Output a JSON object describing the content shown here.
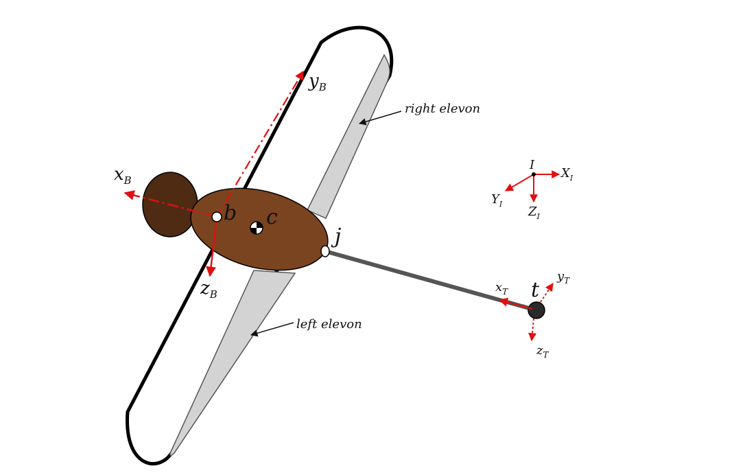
{
  "labels": {
    "body_y_axis": "y",
    "body_y_axis_sub": "B",
    "body_x_axis": "x",
    "body_x_axis_sub": "B",
    "body_z_axis": "z",
    "body_z_axis_sub": "B",
    "body_origin": "b",
    "center_of_mass": "c",
    "tether_joint": "j",
    "tether_end": "t",
    "tether_x_axis": "x",
    "tether_x_axis_sub": "T",
    "tether_y_axis": "y",
    "tether_y_axis_sub": "T",
    "tether_z_axis": "z",
    "tether_z_axis_sub": "T",
    "inertial_origin": "I",
    "inertial_x": "X",
    "inertial_x_sub": "I",
    "inertial_y": "Y",
    "inertial_y_sub": "I",
    "inertial_z": "Z",
    "inertial_z_sub": "I",
    "right_elevon": "right elevon",
    "left_elevon": "left elevon"
  },
  "colors": {
    "fuselage": "#7a4420",
    "nose": "#4f2b14",
    "wing_outline": "#000000",
    "elevon": "#d3d3d3",
    "axis": "#e01010",
    "tether": "#555555"
  }
}
